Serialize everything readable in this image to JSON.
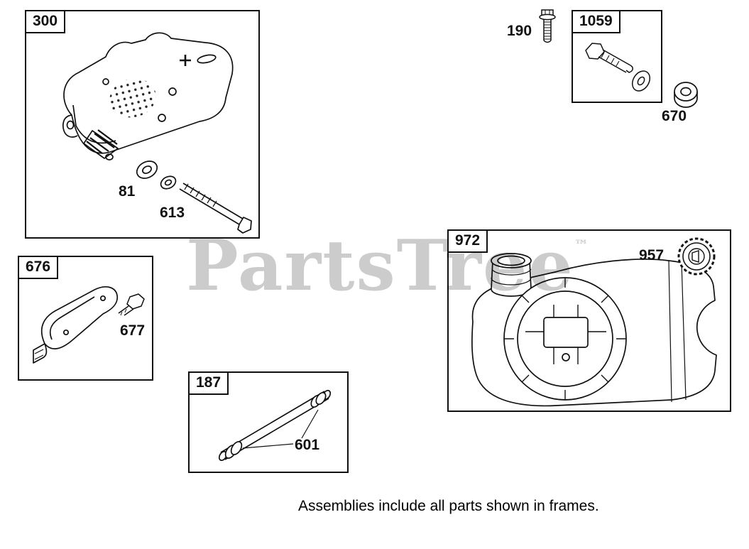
{
  "watermark": {
    "brand": "PartsTree",
    "trademark": "™"
  },
  "footer": {
    "note": "Assemblies include all parts shown in frames."
  },
  "frames": {
    "muffler_group": {
      "label": "300"
    },
    "bolt_washer_kit": {
      "label": "1059"
    },
    "muffler_guard_group": {
      "label": "676"
    },
    "fuel_tank_group": {
      "label": "972"
    },
    "fuel_line_group": {
      "label": "187"
    }
  },
  "parts": {
    "muffler_washer": {
      "label": "81"
    },
    "muffler_screw": {
      "label": "613"
    },
    "flange_bolt": {
      "label": "190"
    },
    "spacer": {
      "label": "670"
    },
    "guard_screw": {
      "label": "677"
    },
    "fuel_cap": {
      "label": "957"
    },
    "hose_clamp": {
      "label": "601"
    }
  },
  "colors": {
    "line": "#111111",
    "watermark": "#c9c9c9",
    "background": "#ffffff"
  }
}
